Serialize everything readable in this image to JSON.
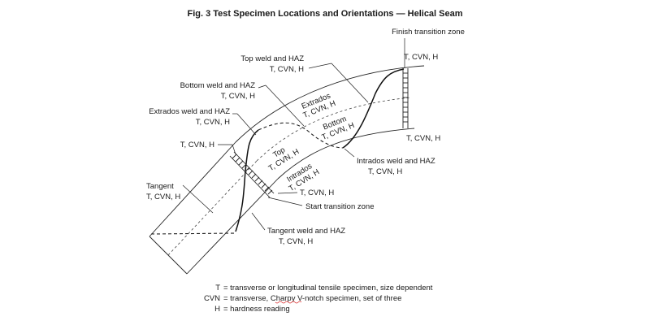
{
  "figure": {
    "title": "Fig. 3   Test Specimen Locations and Orientations — Helical Seam"
  },
  "labels": {
    "finish_transition": "Finish transition zone",
    "top_weld": "Top weld and HAZ",
    "top_weld_tests": "T, CVN, H",
    "bottom_weld": "Bottom weld and  HAZ",
    "bottom_weld_tests": "T, CVN, H",
    "extrados_weld": "Extrados weld and HAZ",
    "extrados_weld_tests": "T, CVN, H",
    "left_tests": "T, CVN, H",
    "tangent": "Tangent",
    "tangent_tests": "T, CVN, H",
    "finish_top_tests": "T, CVN, H",
    "finish_bottom_tests": "T, CVN, H",
    "intrados_weld": "Intrados weld and HAZ",
    "intrados_weld_tests": "T, CVN, H",
    "start_tests": "T, CVN, H",
    "start_transition": "Start transition zone",
    "tangent_weld": "Tangent weld and HAZ",
    "tangent_weld_tests": "T, CVN, H"
  },
  "regions": {
    "extrados": "Extrados",
    "extrados_tests": "T, CVN, H",
    "bottom": "Bottom",
    "bottom_tests": "T, CVN, H",
    "top": "Top",
    "top_tests": "T, CVN, H",
    "intrados": "Intrados",
    "intrados_tests": "T, CVN, H"
  },
  "legend": {
    "t_key": "T",
    "t_desc": "= transverse or longitudinal tensile specimen, size dependent",
    "cvn_key": "CVN",
    "cvn_desc_pre": "= transverse, ",
    "cvn_desc_word": "Charpy",
    "cvn_desc_post": " V-notch specimen, set of three",
    "h_key": "H",
    "h_desc": "= hardness reading"
  }
}
